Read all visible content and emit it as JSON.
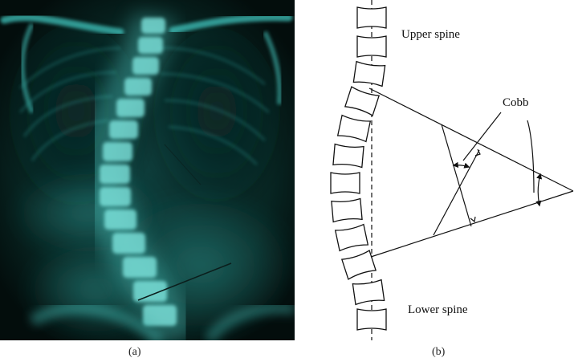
{
  "figure": {
    "panel_a": {
      "caption": "(a)"
    },
    "panel_b": {
      "caption": "(b)",
      "labels": {
        "upper": "Upper spine",
        "lower": "Lower spine",
        "angle": "Cobb"
      }
    }
  },
  "colors": {
    "xray_tint": "#2fb3ad",
    "xray_background": "#041210",
    "line": "#111111"
  }
}
